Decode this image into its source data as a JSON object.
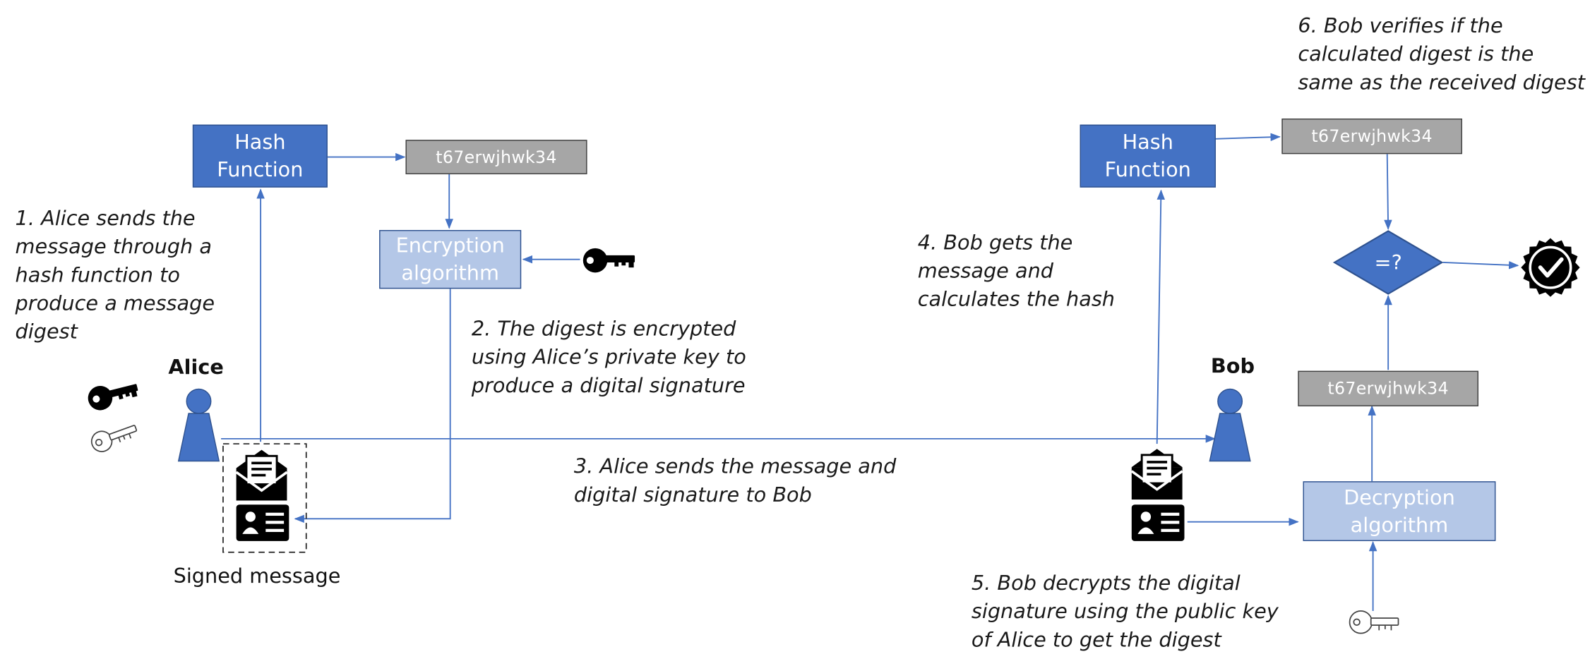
{
  "participants": {
    "alice": "Alice",
    "bob": "Bob"
  },
  "boxes": {
    "alice_hash": "Hash\nFunction",
    "alice_digest": "t67erwjhwk34",
    "alice_encrypt": "Encryption\nalgorithm",
    "bob_hash": "Hash\nFunction",
    "bob_digest_calc": "t67erwjhwk34",
    "bob_digest_recv": "t67erwjhwk34",
    "bob_decrypt": "Decryption\nalgorithm",
    "compare": "=?"
  },
  "labels": {
    "signed_message": "Signed message"
  },
  "steps": {
    "s1": "1. Alice sends the\nmessage through a\nhash function to\nproduce a message\ndigest",
    "s2": "2. The digest is encrypted\nusing Alice’s private key to\nproduce a digital signature",
    "s3": "3. Alice sends the message and\ndigital signature to Bob",
    "s4": "4. Bob gets the\nmessage and\ncalculates the hash",
    "s5": "5. Bob decrypts the digital\nsignature using the public key\nof Alice to get the digest",
    "s6": "6. Bob verifies if the\ncalculated digest is the\nsame as the received digest"
  },
  "colors": {
    "hash_box": "#4472c4",
    "algo_box": "#b4c7e7",
    "digest_box": "#a6a6a6",
    "arrow": "#4472c4",
    "person": "#4472c4"
  },
  "icons": [
    "black-key-icon",
    "white-key-icon",
    "envelope-icon",
    "id-card-icon",
    "verified-badge-icon",
    "person-icon"
  ]
}
